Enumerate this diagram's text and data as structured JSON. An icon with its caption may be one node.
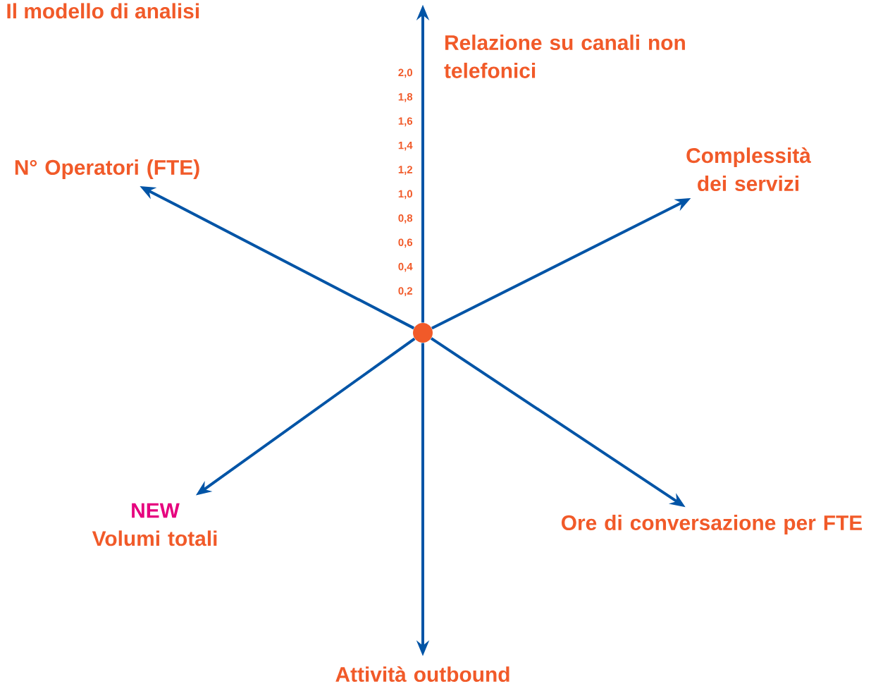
{
  "diagram": {
    "title": "Il modello di analisi",
    "nodes": [
      {
        "text": [],
        "shape": "circle"
      },
      {
        "text": [
          "Relazione su canali non telefonici"
        ]
      },
      {
        "text": [
          "Complessità dei servizi"
        ]
      },
      {
        "text": [
          "Ore di conversazione per FTE"
        ]
      },
      {
        "text": [
          "Attività outbound"
        ]
      },
      {
        "text": [
          "NEW",
          "Volumi totali"
        ]
      },
      {
        "text": [
          "N° Operatori (FTE)"
        ]
      }
    ],
    "edges": [
      {
        "from": 0,
        "to": 1,
        "arrow": "to"
      },
      {
        "from": 0,
        "to": 2,
        "arrow": "to"
      },
      {
        "from": 0,
        "to": 3,
        "arrow": "to"
      },
      {
        "from": 0,
        "to": 4,
        "arrow": "to"
      },
      {
        "from": 0,
        "to": 5,
        "arrow": "to"
      },
      {
        "from": 0,
        "to": 6,
        "arrow": "to"
      }
    ],
    "labels": [
      "2,0",
      "1,8",
      "1,6",
      "1,4",
      "1,2",
      "1,0",
      "0,8",
      "0,6",
      "0,4",
      "0,2"
    ]
  }
}
